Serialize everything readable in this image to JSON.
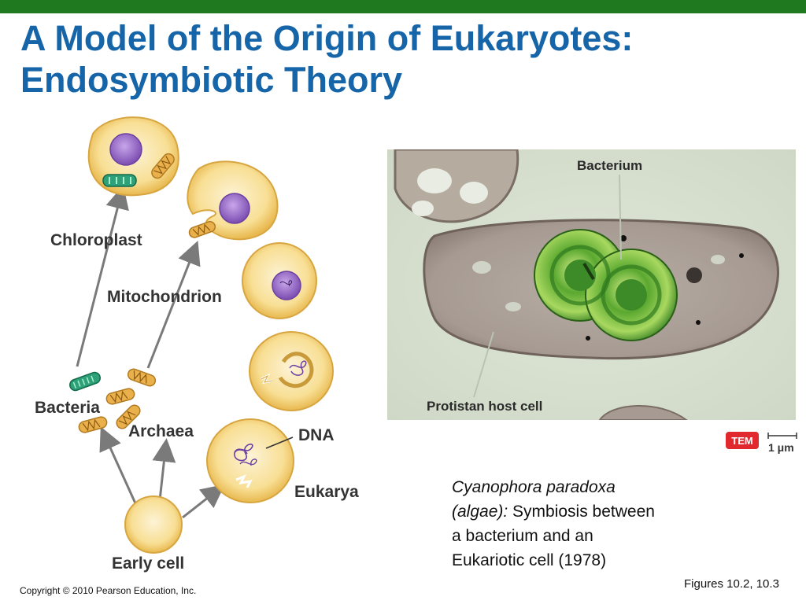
{
  "slide": {
    "title_line1": "A Model of the Origin of Eukaryotes:",
    "title_line2": "Endosymbiotic Theory"
  },
  "diagram": {
    "labels": {
      "chloroplast": "Chloroplast",
      "mitochondrion": "Mitochondrion",
      "bacteria": "Bacteria",
      "archaea": "Archaea",
      "dna": "DNA",
      "eukarya": "Eukarya",
      "early_cell": "Early cell"
    }
  },
  "micrograph": {
    "bacterium_label": "Bacterium",
    "host_label": "Protistan host cell",
    "tem_badge": "TEM",
    "scale_label": "1 μm"
  },
  "caption": {
    "italic": "Cyanophora paradoxa (algae):",
    "text": " Symbiosis between a bacterium and an Eukariotic cell (1978)"
  },
  "footer": {
    "figures": "Figures 10.2, 10.3",
    "copyright": "Copyright © 2010 Pearson Education, Inc."
  },
  "colors": {
    "title": "#1565a8",
    "topbar": "#1f7a1f",
    "cell_fill": "#f6dc8c",
    "nucleus": "#9b6fc8",
    "chloroplast": "#2ea07a",
    "mitochondrion": "#e8b04a",
    "arrow": "#777777"
  }
}
